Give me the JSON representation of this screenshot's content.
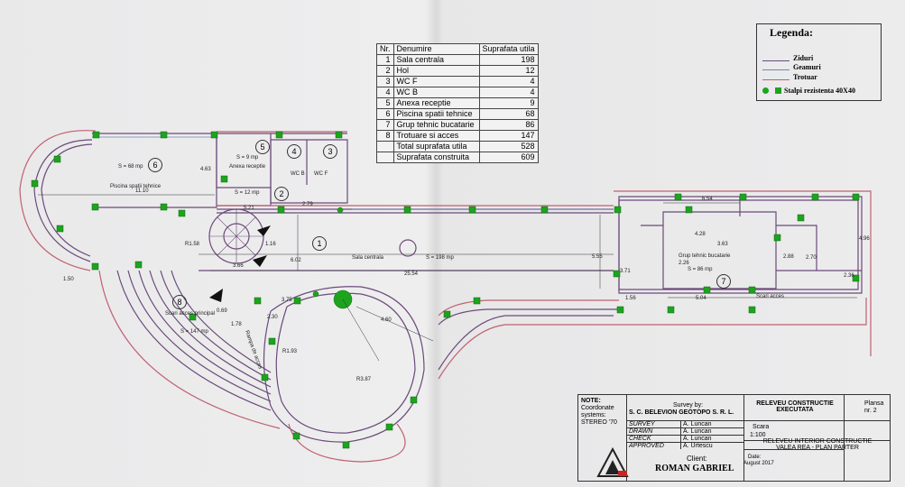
{
  "table": {
    "header": {
      "nr": "Nr.",
      "name": "Denumire",
      "area": "Suprafata utila"
    },
    "rows": [
      {
        "nr": "1",
        "name": "Sala centrala",
        "area": "198"
      },
      {
        "nr": "2",
        "name": "Hol",
        "area": "12"
      },
      {
        "nr": "3",
        "name": "WC F",
        "area": "4"
      },
      {
        "nr": "4",
        "name": "WC B",
        "area": "4"
      },
      {
        "nr": "5",
        "name": "Anexa receptie",
        "area": "9"
      },
      {
        "nr": "6",
        "name": "Piscina spatii tehnice",
        "area": "68"
      },
      {
        "nr": "7",
        "name": "Grup tehnic bucatarie",
        "area": "86"
      },
      {
        "nr": "8",
        "name": "Trotuare si acces",
        "area": "147"
      }
    ],
    "totals": [
      {
        "name": "Total suprafata utila",
        "area": "528"
      },
      {
        "name": "Suprafata construita",
        "area": "609"
      }
    ]
  },
  "legend": {
    "title": "Legenda:",
    "items": [
      "Ziduri",
      "Geamuri",
      "Trotuar",
      "Stalpi rezistenta 40X40"
    ],
    "colors": {
      "walls": "#6b4a7a",
      "windows": "#6b8ab0",
      "sidewalk": "#c06070",
      "pillar": "#1ea31e"
    }
  },
  "title_block": {
    "note_label": "NOTE:",
    "note_lines": [
      "Coordonate",
      "systems:",
      "STEREO '70"
    ],
    "survey_by": "Survey by:",
    "company": "S. C. BELEVION GEOTOPO S. R. L.",
    "roles": [
      {
        "role": "SURVEY",
        "name": "A. Luncan"
      },
      {
        "role": "DRAWN",
        "name": "A. Luncan"
      },
      {
        "role": "CHECK",
        "name": "A. Luncan"
      },
      {
        "role": "APPROVED",
        "name": "A. Urtescu"
      }
    ],
    "client_label": "Client:",
    "client": "ROMAN GABRIEL",
    "scale_label": "Scara",
    "scale": "1:100",
    "date_label": "Date:",
    "date": "August 2017",
    "project": "RELEVEU CONSTRUCTIE EXECUTATA",
    "sheet_label": "Plansa",
    "sheet_nr": "nr. 2",
    "description": "RELEVEU INTERIOR CONSTRUCTIE VALEA REA - PLAN PARTER"
  },
  "plan_labels": {
    "room_numbers": [
      "1",
      "2",
      "3",
      "4",
      "5",
      "6",
      "7",
      "8"
    ],
    "s6": "S = 68 mp",
    "piscina": "Piscina spatii tehnice",
    "s5": "S = 9 mp",
    "anexa": "Anexa receptie",
    "s2": "S = 12 mp",
    "wcb": "WC B",
    "wcf": "WC F",
    "sala": "Sala centrala",
    "s1": "S = 198 mp",
    "grup": "Grup tehnic bucatarie",
    "s7": "S = 86 mp",
    "scari_acces": "Scari acces",
    "scari_principal": "Scari acces principal",
    "s8": "S = 147 mp",
    "rampa": "Rampa de acces",
    "dims": [
      "11.10",
      "4.63",
      "5.21",
      "2.79",
      "6.02",
      "3.66",
      "25.54",
      "5.55",
      "6.54",
      "3.71",
      "2.36",
      "3.75",
      "4.60",
      "2.30",
      "1.78",
      "R3.87",
      "4.28",
      "3.63",
      "2.26",
      "2.88",
      "1.56",
      "5.04",
      "2.70",
      "4.96",
      "R1.58",
      "1.16",
      "R1.93",
      "0.69",
      "1.50"
    ]
  }
}
